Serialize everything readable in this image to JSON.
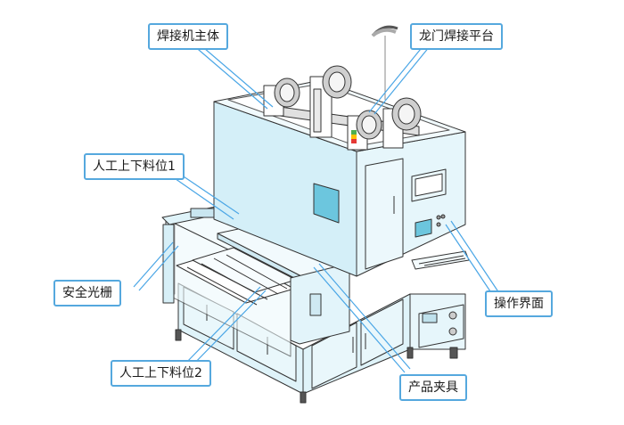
{
  "labels": {
    "welder_body": "焊接机主体",
    "gantry_platform": "龙门焊接平台",
    "manual_station_1": "人工上下料位1",
    "safety_light_curtain": "安全光栅",
    "operation_panel": "操作界面",
    "manual_station_2": "人工上下料位2",
    "product_fixture": "产品夹具"
  },
  "colors": {
    "callout_border": "#55a8de",
    "leader_line": "#4aa6e6",
    "machine_fill": "#dff3f9",
    "screen_fill": "#6cc6de",
    "line": "#333333"
  }
}
